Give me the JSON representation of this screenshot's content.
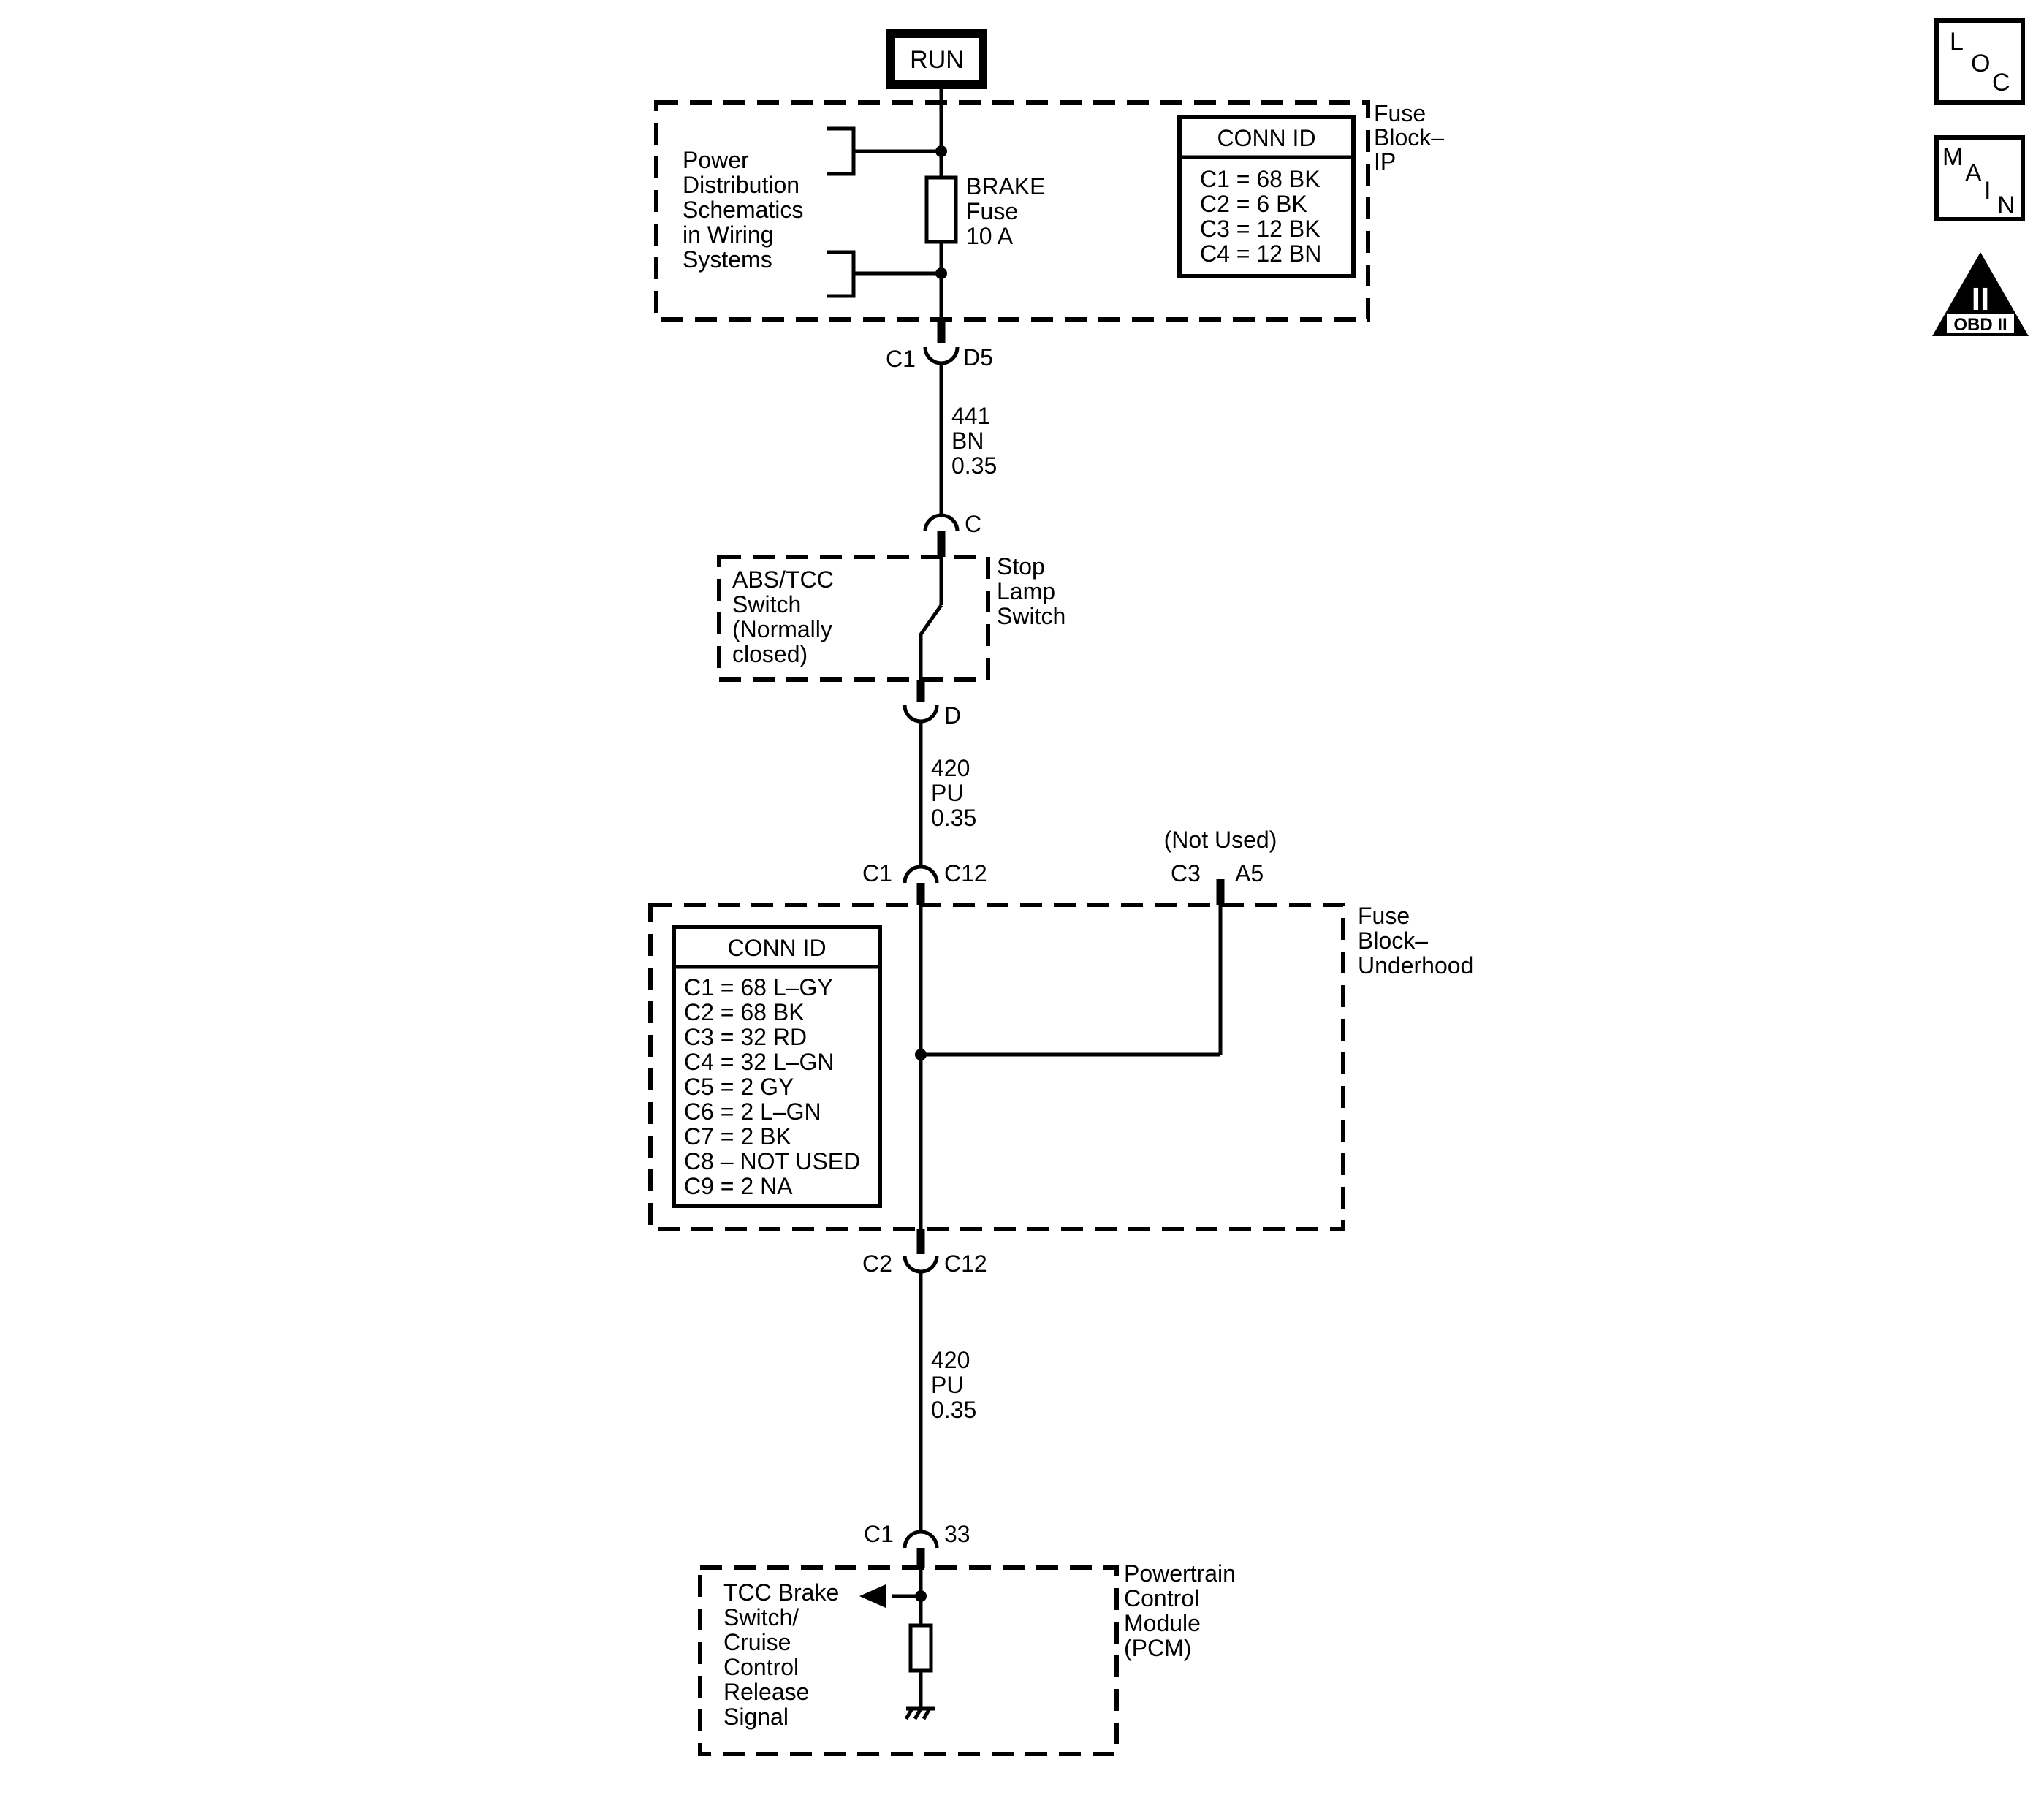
{
  "run_label": "RUN",
  "icons": {
    "loc": [
      "L",
      "O",
      "C"
    ],
    "main": [
      "M",
      "A",
      "I",
      "N"
    ],
    "obd": {
      "numeral": "II",
      "label": "OBD II"
    }
  },
  "fuse_block_ip": {
    "name": [
      "Fuse",
      "Block–",
      "IP"
    ],
    "power_text": [
      "Power",
      "Distribution",
      "Schematics",
      "in Wiring",
      "Systems"
    ],
    "fuse_label": [
      "BRAKE",
      "Fuse",
      "10 A"
    ],
    "conn_title": "CONN ID",
    "conn_rows": [
      "C1 = 68 BK",
      "C2 = 6 BK",
      "C3 = 12 BK",
      "C4 = 12 BN"
    ]
  },
  "connector_1": {
    "left": "C1",
    "right": "D5"
  },
  "wire_1": [
    "441",
    "BN",
    "0.35"
  ],
  "stop_lamp_switch": {
    "top_pin": "C",
    "bottom_pin": "D",
    "name": [
      "Stop",
      "Lamp",
      "Switch"
    ],
    "inner": [
      "ABS/TCC",
      "Switch",
      "(Normally",
      "closed)"
    ]
  },
  "wire_2": [
    "420",
    "PU",
    "0.35"
  ],
  "fuse_block_underhood": {
    "top_left": "C1",
    "top_right": "C12",
    "not_used": "(Not Used)",
    "nu_left": "C3",
    "nu_right": "A5",
    "name": [
      "Fuse",
      "Block–",
      "Underhood"
    ],
    "conn_title": "CONN ID",
    "conn_rows": [
      "C1 = 68 L–GY",
      "C2 = 68 BK",
      "C3 = 32 RD",
      "C4 = 32 L–GN",
      "C5 = 2 GY",
      "C6 = 2 L–GN",
      "C7 = 2 BK",
      "C8 – NOT USED",
      "C9 = 2 NA"
    ],
    "bottom_left": "C2",
    "bottom_right": "C12"
  },
  "wire_3": [
    "420",
    "PU",
    "0.35"
  ],
  "pcm": {
    "conn_left": "C1",
    "conn_right": "33",
    "name": [
      "Powertrain",
      "Control",
      "Module",
      "(PCM)"
    ],
    "signal": [
      "TCC Brake",
      "Switch/",
      "Cruise",
      "Control",
      "Release",
      "Signal"
    ]
  }
}
